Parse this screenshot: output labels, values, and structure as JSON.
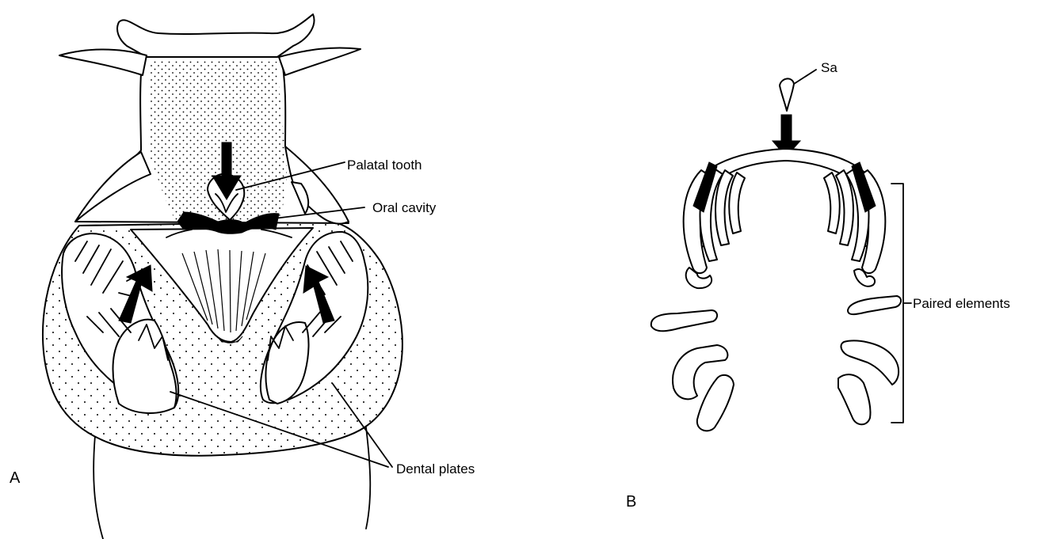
{
  "panel_a": {
    "letter": "A",
    "labels": {
      "palatal_tooth": "Palatal tooth",
      "oral_cavity": "Oral cavity",
      "dental_plates": "Dental plates"
    }
  },
  "panel_b": {
    "letter": "B",
    "labels": {
      "sa": "Sa",
      "paired_elements": "Paired elements"
    }
  }
}
